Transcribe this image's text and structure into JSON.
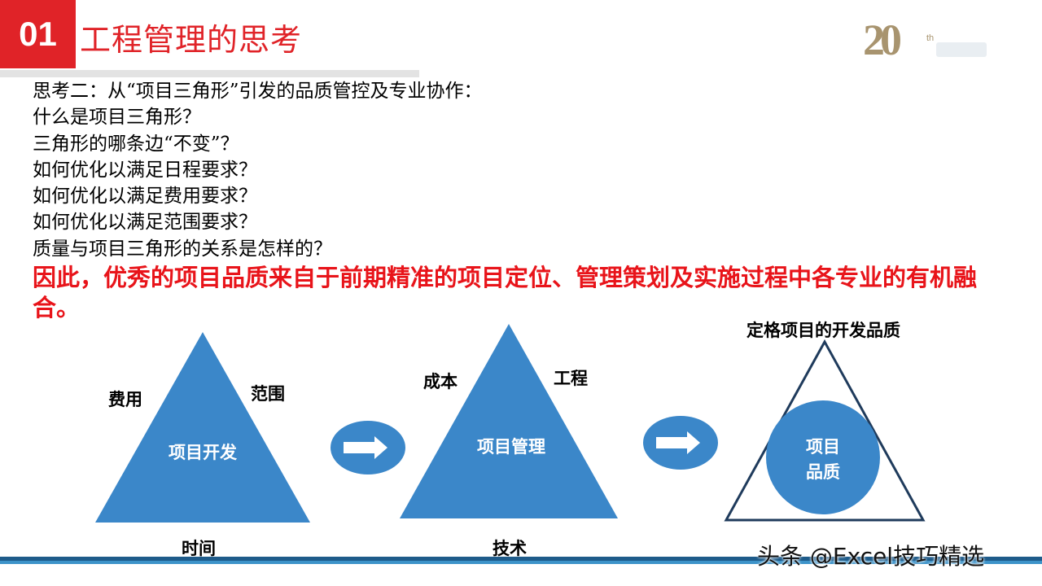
{
  "header": {
    "number": "01",
    "title": "工程管理的思考"
  },
  "logo": {
    "digits": "20",
    "suffix": "th"
  },
  "questions": [
    "思考二：从“项目三角形”引发的品质管控及专业协作：",
    "什么是项目三角形？",
    "三角形的哪条边“不变”？",
    "如何优化以满足日程要求？",
    "如何优化以满足费用要求？",
    "如何优化以满足范围要求？",
    "质量与项目三角形的关系是怎样的？"
  ],
  "conclusion": "因此，优秀的项目品质来自于前期精准的项目定位、管理策划及实施过程中各专业的有机融合。",
  "diagram": {
    "triangle1": {
      "center": "项目开发",
      "left": "费用",
      "right": "范围",
      "bottom": "时间"
    },
    "triangle2": {
      "center": "项目管理",
      "left": "成本",
      "right": "工程",
      "bottom": "技术"
    },
    "triangle3": {
      "top": "定格项目的开发品质",
      "center_line1": "项目",
      "center_line2": "品质"
    }
  },
  "colors": {
    "accent_red": "#e02328",
    "diagram_blue": "#3b87c9",
    "outline_navy": "#1f3b5c"
  },
  "watermark": "头条 @Excel技巧精选"
}
